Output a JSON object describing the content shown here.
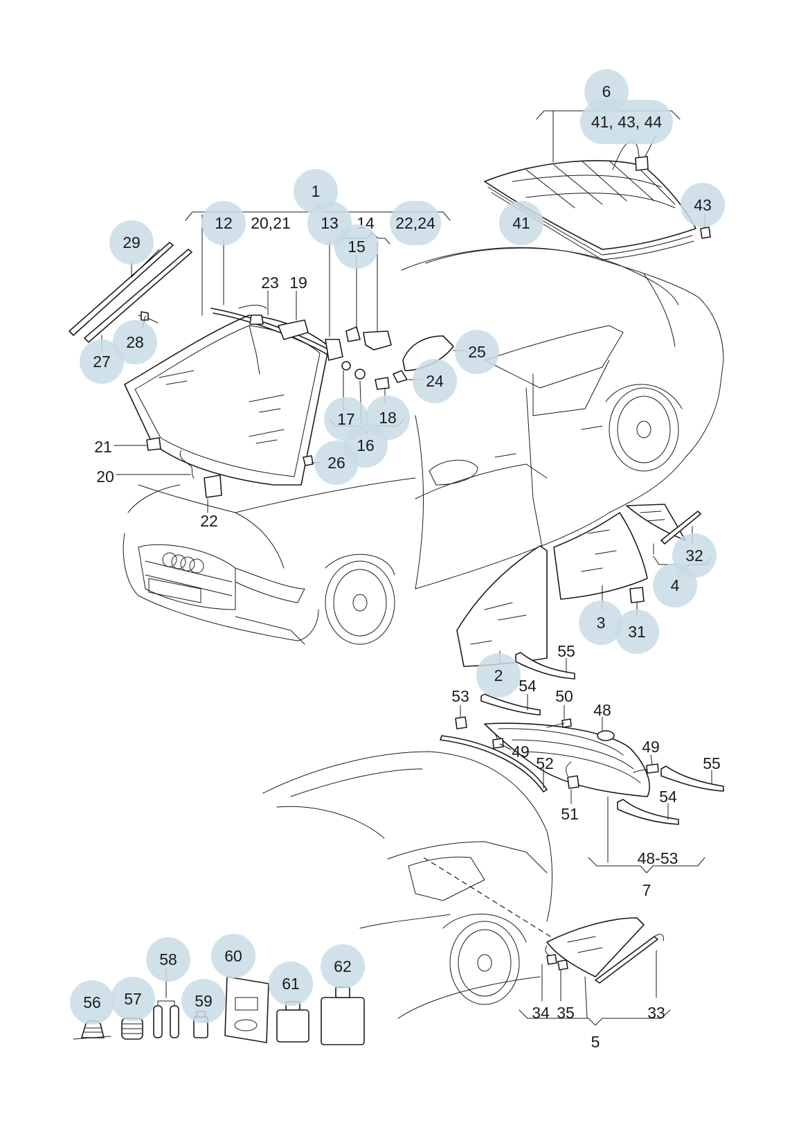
{
  "callouts": [
    {
      "id": "c6",
      "label": "6",
      "hl": true
    },
    {
      "id": "c41_43_44",
      "label": "41, 43, 44",
      "hl": true
    },
    {
      "id": "c43",
      "label": "43",
      "hl": true
    },
    {
      "id": "c41",
      "label": "41",
      "hl": true
    },
    {
      "id": "c1",
      "label": "1",
      "hl": true
    },
    {
      "id": "c12",
      "label": "12",
      "hl": true
    },
    {
      "id": "c20_21",
      "label": "20,21",
      "hl": false
    },
    {
      "id": "c13",
      "label": "13",
      "hl": true
    },
    {
      "id": "c14",
      "label": "14",
      "hl": false
    },
    {
      "id": "c22_24",
      "label": "22,24",
      "hl": true
    },
    {
      "id": "c15",
      "label": "15",
      "hl": true
    },
    {
      "id": "c29",
      "label": "29",
      "hl": true
    },
    {
      "id": "c23",
      "label": "23",
      "hl": false
    },
    {
      "id": "c19",
      "label": "19",
      "hl": false
    },
    {
      "id": "c28",
      "label": "28",
      "hl": true
    },
    {
      "id": "c27",
      "label": "27",
      "hl": true
    },
    {
      "id": "c25",
      "label": "25",
      "hl": true
    },
    {
      "id": "c24",
      "label": "24",
      "hl": true
    },
    {
      "id": "c17",
      "label": "17",
      "hl": true
    },
    {
      "id": "c18",
      "label": "18",
      "hl": true
    },
    {
      "id": "c16",
      "label": "16",
      "hl": true
    },
    {
      "id": "c21",
      "label": "21",
      "hl": false
    },
    {
      "id": "c26",
      "label": "26",
      "hl": true
    },
    {
      "id": "c20",
      "label": "20",
      "hl": false
    },
    {
      "id": "c22",
      "label": "22",
      "hl": false
    },
    {
      "id": "c32",
      "label": "32",
      "hl": true
    },
    {
      "id": "c4",
      "label": "4",
      "hl": true
    },
    {
      "id": "c3",
      "label": "3",
      "hl": true
    },
    {
      "id": "c31",
      "label": "31",
      "hl": true
    },
    {
      "id": "c2",
      "label": "2",
      "hl": true
    },
    {
      "id": "c55a",
      "label": "55",
      "hl": false
    },
    {
      "id": "c53",
      "label": "53",
      "hl": false
    },
    {
      "id": "c54a",
      "label": "54",
      "hl": false
    },
    {
      "id": "c50",
      "label": "50",
      "hl": false
    },
    {
      "id": "c48",
      "label": "48",
      "hl": false
    },
    {
      "id": "c49a",
      "label": "49",
      "hl": false
    },
    {
      "id": "c49b",
      "label": "49",
      "hl": false
    },
    {
      "id": "c52",
      "label": "52",
      "hl": false
    },
    {
      "id": "c55b",
      "label": "55",
      "hl": false
    },
    {
      "id": "c51",
      "label": "51",
      "hl": false
    },
    {
      "id": "c54b",
      "label": "54",
      "hl": false
    },
    {
      "id": "c48_53",
      "label": "48-53",
      "hl": false
    },
    {
      "id": "c7",
      "label": "7",
      "hl": false
    },
    {
      "id": "c58",
      "label": "58",
      "hl": true
    },
    {
      "id": "c60",
      "label": "60",
      "hl": true
    },
    {
      "id": "c62",
      "label": "62",
      "hl": true
    },
    {
      "id": "c61",
      "label": "61",
      "hl": true
    },
    {
      "id": "c56",
      "label": "56",
      "hl": true
    },
    {
      "id": "c57",
      "label": "57",
      "hl": true
    },
    {
      "id": "c59",
      "label": "59",
      "hl": true
    },
    {
      "id": "c34",
      "label": "34",
      "hl": false
    },
    {
      "id": "c35",
      "label": "35",
      "hl": false
    },
    {
      "id": "c33",
      "label": "33",
      "hl": false
    },
    {
      "id": "c5",
      "label": "5",
      "hl": false
    }
  ],
  "colors": {
    "highlight": "#c9dce6",
    "line": "#1a1a1a"
  }
}
